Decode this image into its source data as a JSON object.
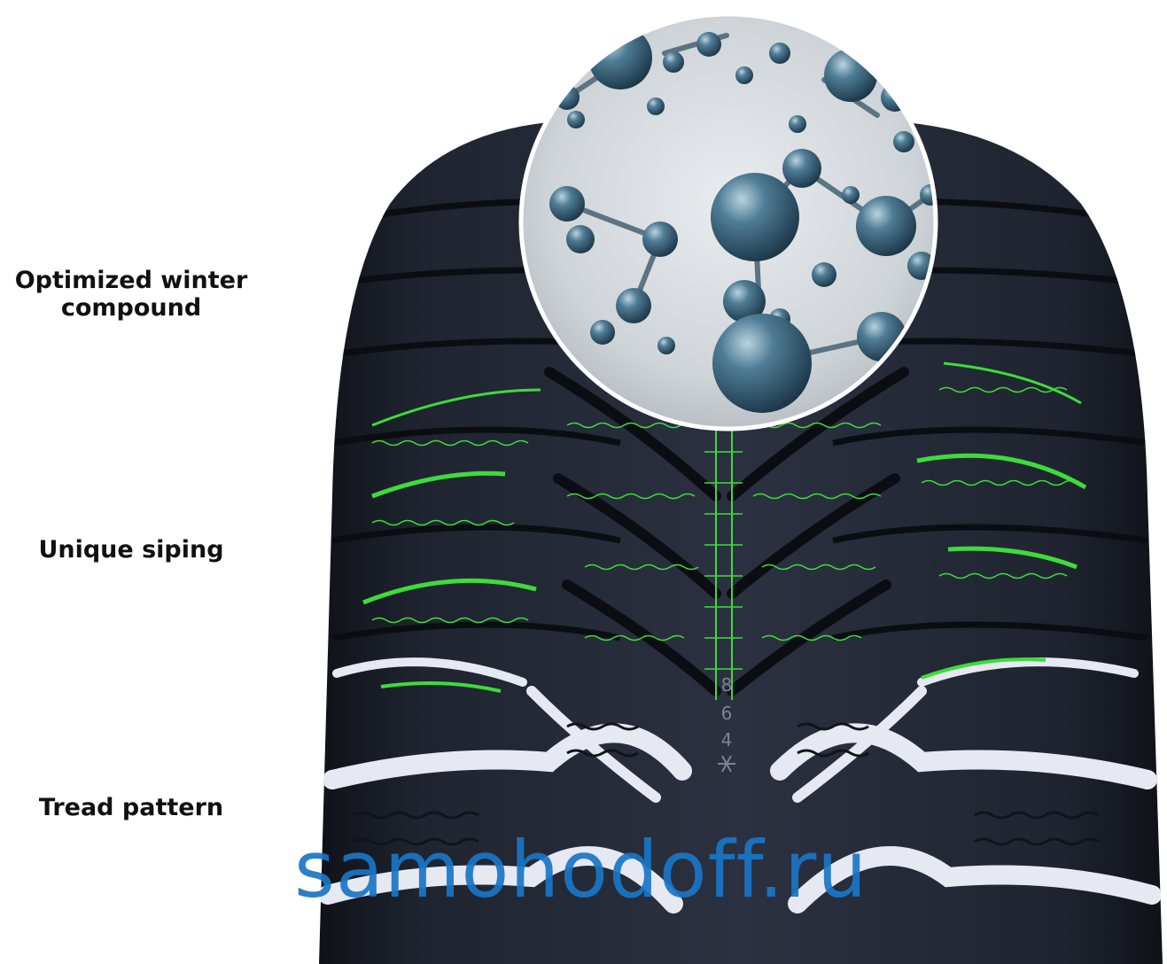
{
  "labels": {
    "compound": [
      "Optimized winter",
      "compound"
    ],
    "siping": "Unique siping",
    "tread": "Tread pattern"
  },
  "tread_marks": [
    "8",
    "6",
    "4"
  ],
  "watermark": "samohodoff.ru",
  "icons": [
    "snowflake-icon"
  ],
  "colors": {
    "tire": "#232833",
    "tire_dark": "#0f1218",
    "siping_green": "#3ddc3a",
    "snow": "#e6e8f2",
    "molecule": "#4f7d96",
    "watermark": "#1a76c7"
  }
}
